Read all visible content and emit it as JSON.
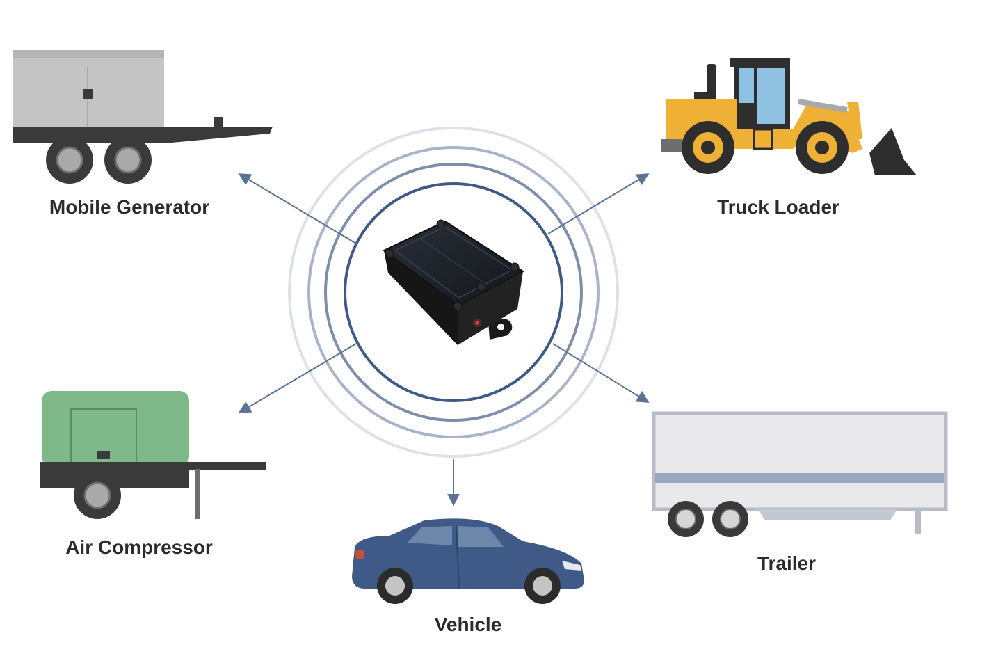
{
  "diagram": {
    "center_device": {
      "name": "gps-tracker"
    },
    "nodes": [
      {
        "id": "mobile-generator",
        "label": "Mobile Generator"
      },
      {
        "id": "truck-loader",
        "label": "Truck Loader"
      },
      {
        "id": "air-compressor",
        "label": "Air Compressor"
      },
      {
        "id": "vehicle",
        "label": "Vehicle"
      },
      {
        "id": "trailer",
        "label": "Trailer"
      }
    ],
    "colors": {
      "arrow": "#5a7396",
      "ring_dark": "#3f5a86",
      "ring_light": "#c9cfdd",
      "generator_body": "#c4c4c4",
      "compressor_body": "#7fb98a",
      "loader_body": "#eeb136",
      "car_body": "#3f5a86",
      "trailer_body": "#e9e9ec",
      "trailer_stripe": "#98a8c0",
      "chassis": "#3a3a3a",
      "device": "#1c1c1c"
    }
  }
}
